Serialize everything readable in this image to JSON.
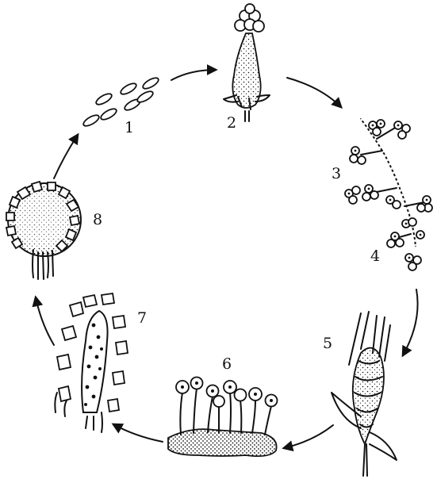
{
  "diagram": {
    "stages": [
      {
        "label": "1"
      },
      {
        "label": "2"
      },
      {
        "label": "3"
      },
      {
        "label": "4"
      },
      {
        "label": "5"
      },
      {
        "label": "6"
      },
      {
        "label": "7"
      },
      {
        "label": "8"
      }
    ],
    "ink_color": "#111111",
    "background": "#ffffff"
  }
}
